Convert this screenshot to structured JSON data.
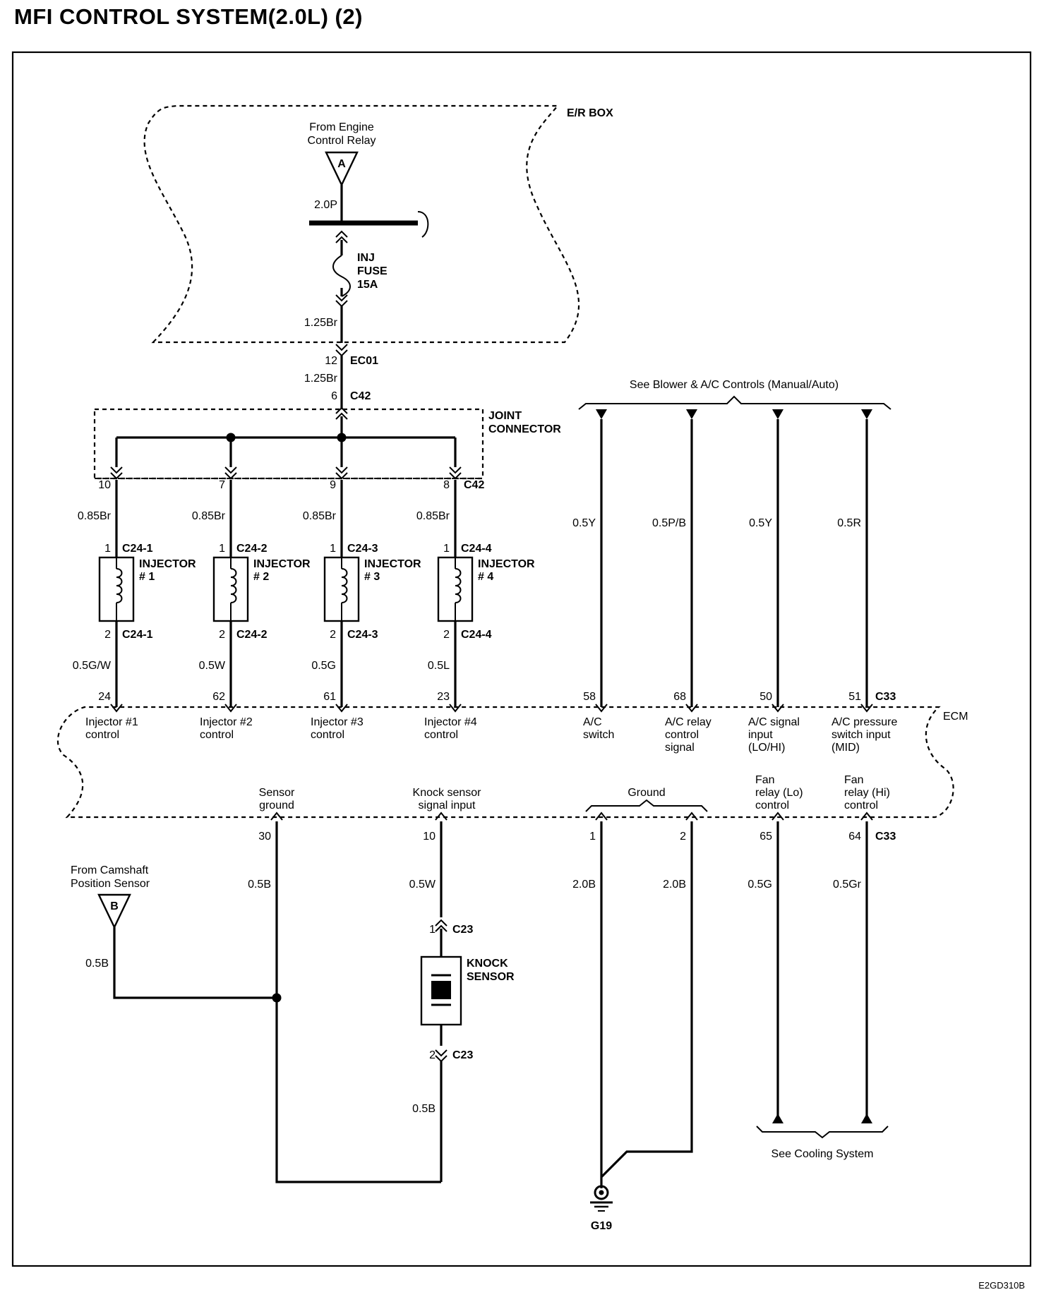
{
  "title": "MFI CONTROL SYSTEM(2.0L) (2)",
  "figure_code": "E2GD310B",
  "boxes": {
    "er_box": "E/R BOX",
    "joint_connector": [
      "JOINT",
      "CONNECTOR"
    ],
    "ecm": "ECM"
  },
  "power": {
    "source": [
      "From Engine",
      "Control Relay"
    ],
    "source_marker": "A",
    "wire_top": "2.0P",
    "fuse": [
      "INJ",
      "FUSE",
      "15A"
    ],
    "wire_fuse_out": "1.25Br",
    "ec01_pin": "12",
    "ec01": "EC01",
    "wire_mid": "1.25Br",
    "c42_pin": "6",
    "c42": "C42"
  },
  "injectors": [
    {
      "c42_pin": "10",
      "wire_in": "0.85Br",
      "pin1": "1",
      "conn1": "C24-1",
      "title": "INJECTOR",
      "num": "# 1",
      "pin2": "2",
      "conn2": "C24-1",
      "wire_out": "0.5G/W",
      "ecm_pin": "24",
      "ecm_label": [
        "Injector #1",
        "control"
      ]
    },
    {
      "c42_pin": "7",
      "wire_in": "0.85Br",
      "pin1": "1",
      "conn1": "C24-2",
      "title": "INJECTOR",
      "num": "# 2",
      "pin2": "2",
      "conn2": "C24-2",
      "wire_out": "0.5W",
      "ecm_pin": "62",
      "ecm_label": [
        "Injector #2",
        "control"
      ]
    },
    {
      "c42_pin": "9",
      "wire_in": "0.85Br",
      "pin1": "1",
      "conn1": "C24-3",
      "title": "INJECTOR",
      "num": "# 3",
      "pin2": "2",
      "conn2": "C24-3",
      "wire_out": "0.5G",
      "ecm_pin": "61",
      "ecm_label": [
        "Injector #3",
        "control"
      ]
    },
    {
      "c42_pin": "8",
      "wire_in": "0.85Br",
      "pin1": "1",
      "conn1": "C24-4",
      "title": "INJECTOR",
      "num": "# 4",
      "pin2": "2",
      "conn2": "C24-4",
      "wire_out": "0.5L",
      "ecm_pin": "23",
      "ecm_label": [
        "Injector #4",
        "control"
      ]
    }
  ],
  "c42_label": "C42",
  "ac": {
    "header": "See Blower & A/C Controls (Manual/Auto)",
    "lines": [
      {
        "wire": "0.5Y",
        "pin": "58",
        "label": [
          "A/C",
          "switch"
        ]
      },
      {
        "wire": "0.5P/B",
        "pin": "68",
        "label": [
          "A/C relay",
          "control",
          "signal"
        ]
      },
      {
        "wire": "0.5Y",
        "pin": "50",
        "label": [
          "A/C signal",
          "input",
          "(LO/HI)"
        ]
      },
      {
        "wire": "0.5R",
        "pin": "51",
        "label": [
          "A/C pressure",
          "switch input",
          "(MID)"
        ]
      }
    ],
    "conn": "C33"
  },
  "bottom": {
    "sensor_ground": {
      "label": [
        "Sensor",
        "ground"
      ],
      "pin": "30",
      "wire": "0.5B"
    },
    "camshaft": {
      "label": [
        "From Camshaft",
        "Position Sensor"
      ],
      "marker": "B",
      "wire": "0.5B"
    },
    "knock": {
      "label": [
        "Knock sensor",
        "signal input"
      ],
      "pin": "10",
      "wire_in": "0.5W",
      "pin1": "1",
      "conn1": "C23",
      "name": [
        "KNOCK",
        "SENSOR"
      ],
      "pin2": "2",
      "conn2": "C23",
      "wire_out": "0.5B"
    },
    "ground": {
      "label": "Ground",
      "pin_a": "1",
      "pin_b": "2",
      "wire_a": "2.0B",
      "wire_b": "2.0B",
      "point": "G19"
    },
    "fans": [
      {
        "label": [
          "Fan",
          "relay (Lo)",
          "control"
        ],
        "pin": "65",
        "wire": "0.5G"
      },
      {
        "label": [
          "Fan",
          "relay (Hi)",
          "control"
        ],
        "pin": "64",
        "wire": "0.5Gr"
      }
    ],
    "fan_conn": "C33",
    "cooling": "See Cooling System"
  }
}
